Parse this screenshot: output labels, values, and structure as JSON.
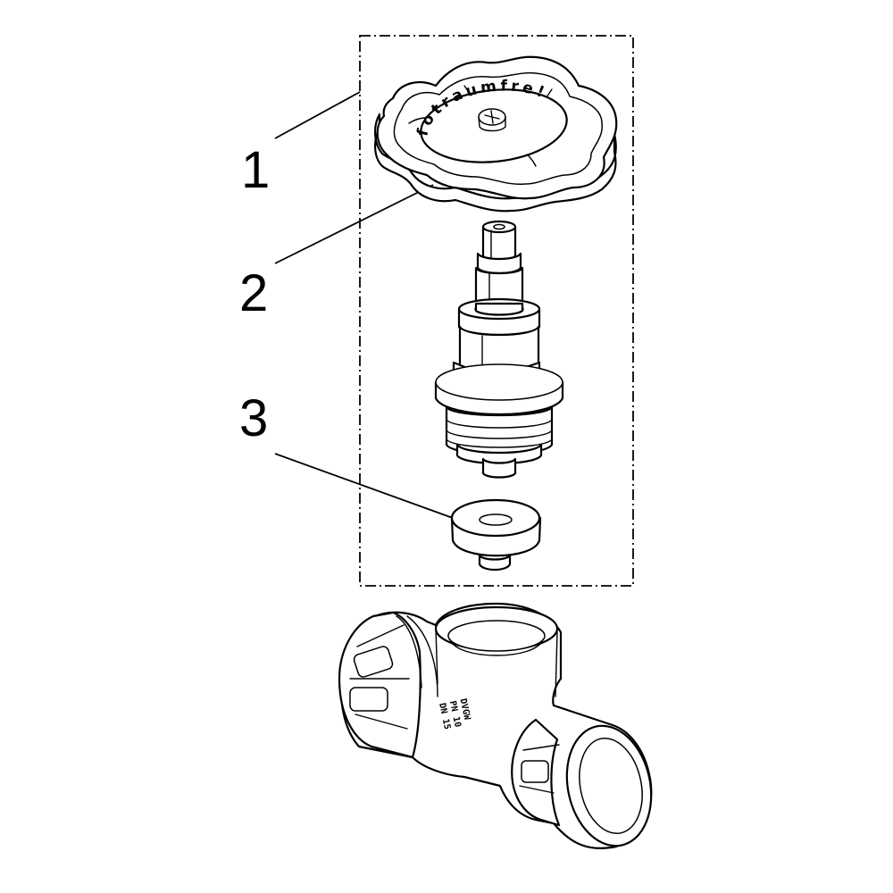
{
  "callouts": [
    {
      "id": "1",
      "label": "1"
    },
    {
      "id": "2",
      "label": "2"
    },
    {
      "id": "3",
      "label": "3"
    }
  ],
  "handwheel": {
    "cap_text": "fotraumfre!"
  },
  "valve_body": {
    "markings": [
      "DN 15",
      "PN 10",
      "DVGW"
    ]
  }
}
